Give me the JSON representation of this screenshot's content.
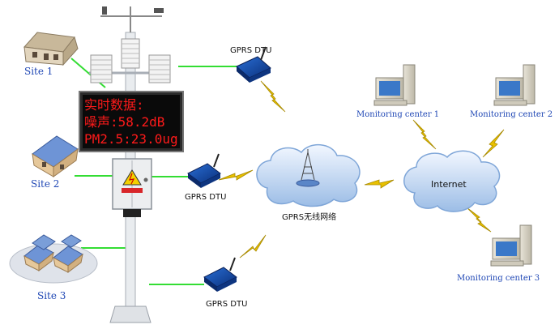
{
  "labels": {
    "site1": "Site 1",
    "site2": "Site 2",
    "site3": "Site 3",
    "dtu_top": "GPRS DTU",
    "dtu_mid": "GPRS DTU",
    "dtu_bottom": "GPRS DTU",
    "gprs_network": "GPRS无线网络",
    "internet": "Internet",
    "monitoring_center_1": "Monitoring center 1",
    "monitoring_center_2": "Monitoring center 2",
    "monitoring_center_3": "Monitoring center 3"
  },
  "led_display": {
    "line1": "实时数据:",
    "line2": "噪声:58.2dB",
    "line3": "PM2.5:23.0ug"
  },
  "colors": {
    "link_line": "#33dd33",
    "led_text": "#ff1a1a",
    "label_blue": "#1e46b4",
    "lightning": "#e8c000",
    "cloud": "#8ab0e0"
  }
}
